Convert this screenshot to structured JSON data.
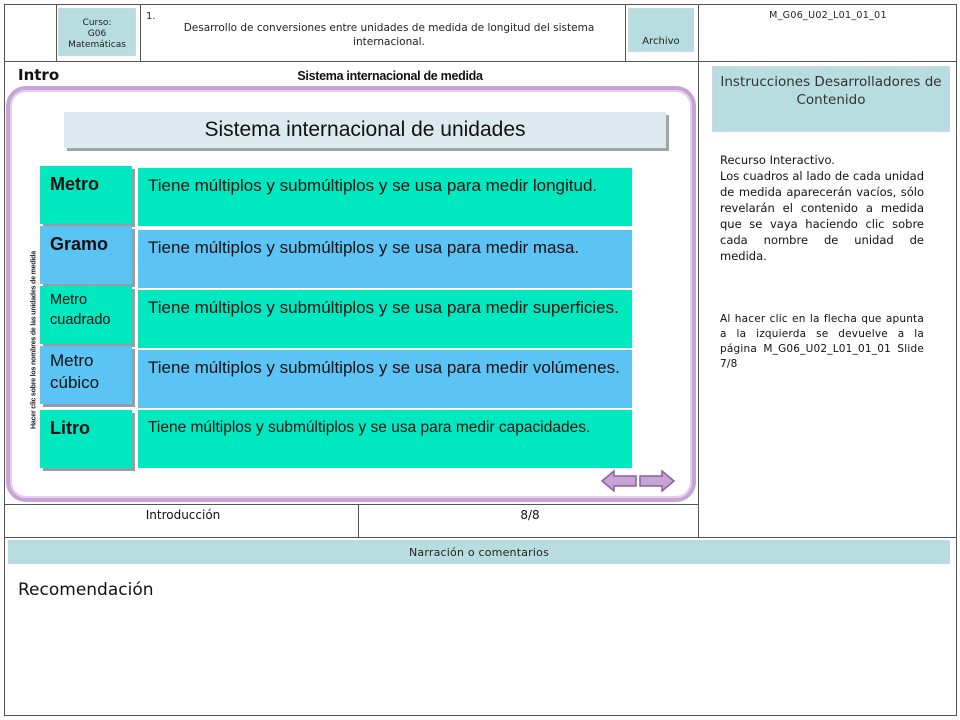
{
  "header": {
    "course_label": "Curso:",
    "course_code": "G06",
    "subject": "Matemáticas",
    "item_number": "1.",
    "title": "Desarrollo de conversiones entre unidades de medida de longitud del sistema internacional.",
    "archive_label": "Archivo",
    "code": "M_G06_U02_L01_01_01"
  },
  "section": {
    "intro_label": "Intro",
    "name": "Sistema internacional de medida"
  },
  "slide": {
    "title": "Sistema internacional de unidades",
    "vertical_note": "Hacer clic sobre los nombres de las unidades de medida",
    "units": [
      {
        "name": "Metro",
        "definition": "Tiene múltiplos y submúltiplos y se usa para medir longitud."
      },
      {
        "name": "Gramo",
        "definition": "Tiene múltiplos y submúltiplos y se usa para medir masa."
      },
      {
        "name": "Metro cuadrado",
        "definition": "Tiene múltiplos y submúltiplos y se usa para medir superficies."
      },
      {
        "name": "Metro cúbico",
        "definition": "Tiene múltiplos y submúltiplos y se usa para medir volúmenes."
      },
      {
        "name": "Litro",
        "definition": "Tiene múltiplos y submúltiplos y se usa para medir capacidades."
      }
    ],
    "colors": {
      "aqua": "#00e8c0",
      "blue": "#5cc3f5",
      "frame": "#c8a3d6"
    }
  },
  "slide_footer": {
    "section": "Introducción",
    "page": "8/8"
  },
  "instructions": {
    "title": "Instrucciones Desarrolladores de Contenido",
    "paragraph1_line1": "Recurso Interactivo.",
    "paragraph1_line2": "Los cuadros al lado de cada unidad de medida aparecerán vacíos, sólo revelarán el contenido a medida que se vaya haciendo clic sobre cada nombre de unidad de medida.",
    "paragraph2": "Al hacer clic en la flecha que apunta a la izquierda se devuelve a la página M_G06_U02_L01_01_01 Slide 7/8"
  },
  "narration": {
    "bar_label": "Narración o comentarios",
    "text": "Recomendación"
  }
}
